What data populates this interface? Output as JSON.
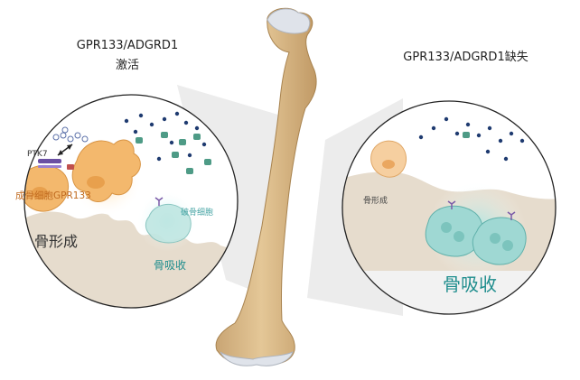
{
  "left_panel": {
    "title_line1": "GPR133/ADGRD1",
    "title_line2": "激活",
    "ptk7_label": "PTK7",
    "osteoblast_label": "成骨细胞GPR133",
    "osteoclast_label": "破骨细胞",
    "bone_formation_label": "骨形成",
    "bone_resorption_label": "骨吸收"
  },
  "right_panel": {
    "title": "GPR133/ADGRD1缺失",
    "bone_formation_label": "骨形成",
    "bone_resorption_label": "骨吸收"
  },
  "colors": {
    "bone_shaft": "#d9b98a",
    "bone_cap": "#dfe3ea",
    "bone_matrix": "#e6dccd",
    "osteoblast": "#f3b86d",
    "osteoclast": "#9fd8d3",
    "callout_fill": "#e9e9e9",
    "resorption_text": "#1e8d8d"
  }
}
